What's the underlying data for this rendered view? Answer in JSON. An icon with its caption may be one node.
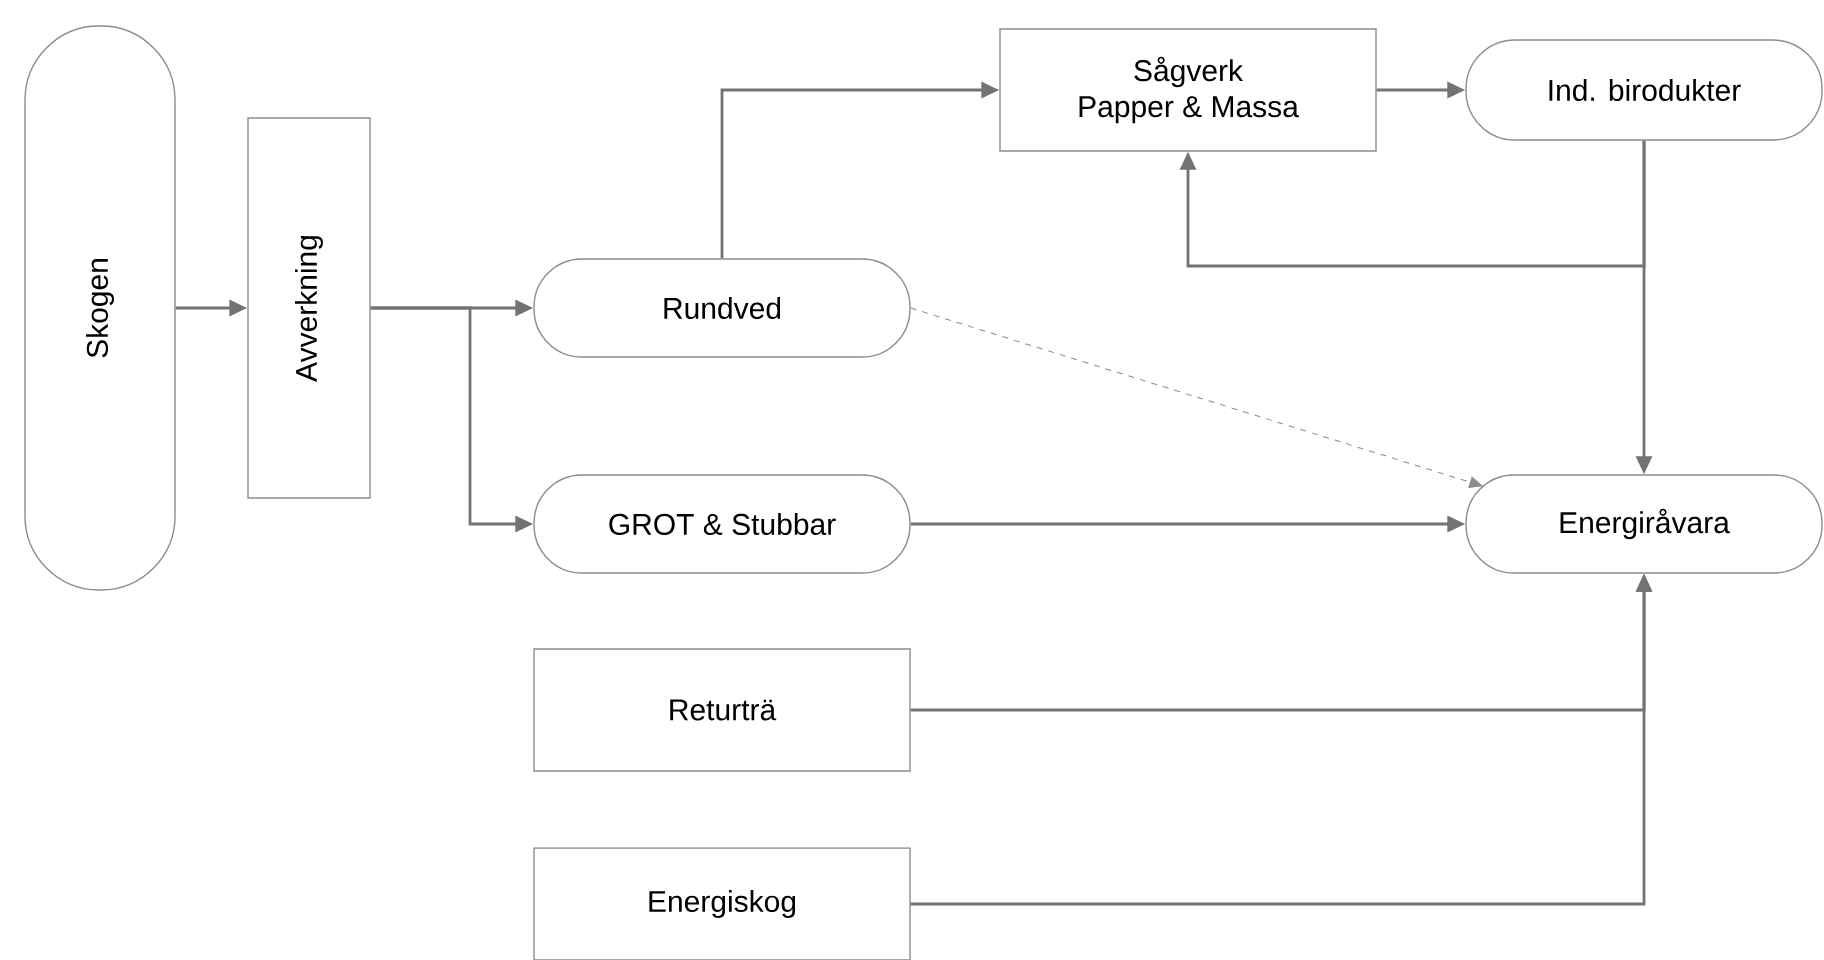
{
  "diagram": {
    "nodes": [
      {
        "text": [
          "Skogen"
        ]
      },
      {
        "text": [
          "Avverkning"
        ]
      },
      {
        "text": [
          "Rundved"
        ]
      },
      {
        "text": [
          "GROT & Stubbar"
        ]
      },
      {
        "text": [
          "Returträ"
        ]
      },
      {
        "text": [
          "Energiskog"
        ]
      },
      {
        "text": [
          "Sågverk",
          "Papper & Massa"
        ]
      },
      {
        "text": [
          "Ind. birodukter"
        ]
      },
      {
        "text": [
          "Energiråvara"
        ]
      }
    ],
    "edges": [
      {
        "from": 0,
        "to": 1,
        "arrow": "to"
      },
      {
        "from": 1,
        "to": 2,
        "arrow": "to"
      },
      {
        "from": 1,
        "to": 3,
        "arrow": "to"
      },
      {
        "from": 2,
        "to": 6,
        "arrow": "to"
      },
      {
        "from": 6,
        "to": 7,
        "arrow": "to"
      },
      {
        "from": 7,
        "to": 6,
        "arrow": "to"
      },
      {
        "from": 7,
        "to": 8,
        "arrow": "to"
      },
      {
        "from": 2,
        "to": 8,
        "arrow": "to",
        "style": "dashed"
      },
      {
        "from": 3,
        "to": 8,
        "arrow": "to"
      },
      {
        "from": 4,
        "to": 8,
        "arrow": "to"
      },
      {
        "from": 5,
        "to": 8,
        "arrow": "to"
      }
    ]
  }
}
